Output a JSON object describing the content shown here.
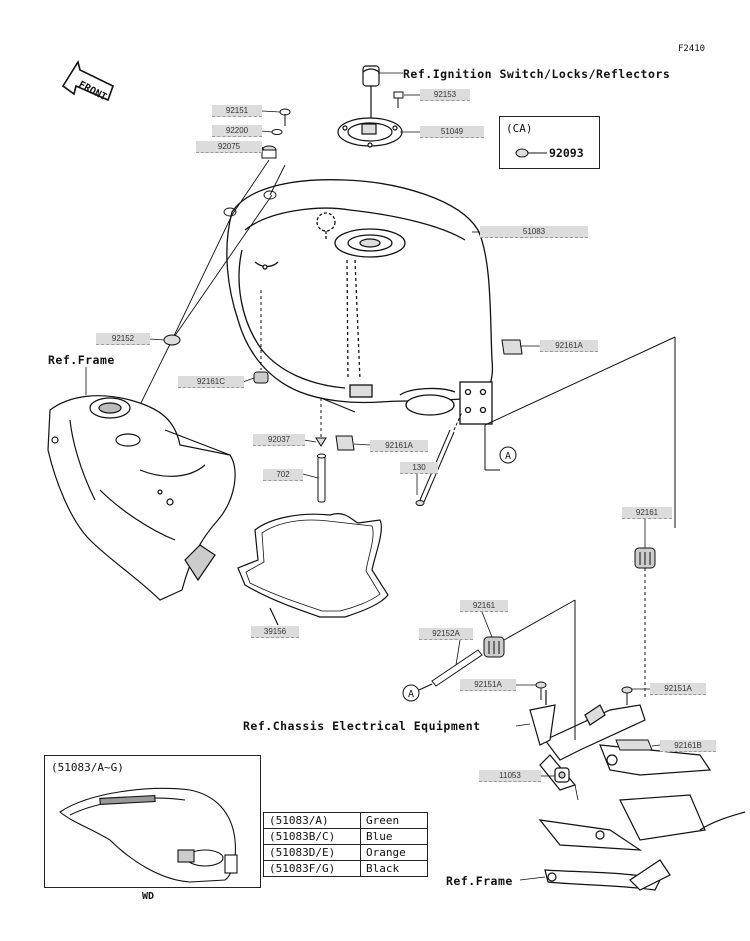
{
  "figure_code": "F2410",
  "front_indicator": "FRONT",
  "references": {
    "ignition": "Ref.Ignition Switch/Locks/Reflectors",
    "frame_top": "Ref.Frame",
    "chassis_electrical": "Ref.Chassis Electrical Equipment",
    "frame_bottom": "Ref.Frame"
  },
  "parts": {
    "p92151": "92151",
    "p92200": "92200",
    "p92075": "92075",
    "p92153": "92153",
    "p51049": "51049",
    "p51083": "51083",
    "p92152": "92152",
    "p92161C": "92161C",
    "p92161A_right": "92161A",
    "p92037": "92037",
    "p92161A_center": "92161A",
    "p702": "702",
    "p130": "130",
    "p92161_right": "92161",
    "p39156": "39156",
    "p92161_mid": "92161",
    "p92152A": "92152A",
    "p92151A_left": "92151A",
    "p92151A_right": "92151A",
    "p92161B": "92161B",
    "p11053": "11053"
  },
  "callout_marker": "A",
  "ca_box": {
    "title": "(CA)",
    "part": "92093"
  },
  "wd_box": {
    "title": "(51083/A~G)",
    "label": "WD"
  },
  "color_table": [
    {
      "code": "(51083/A)",
      "color": "Green"
    },
    {
      "code": "(51083B/C)",
      "color": "Blue"
    },
    {
      "code": "(51083D/E)",
      "color": "Orange"
    },
    {
      "code": "(51083F/G)",
      "color": "Black"
    }
  ]
}
